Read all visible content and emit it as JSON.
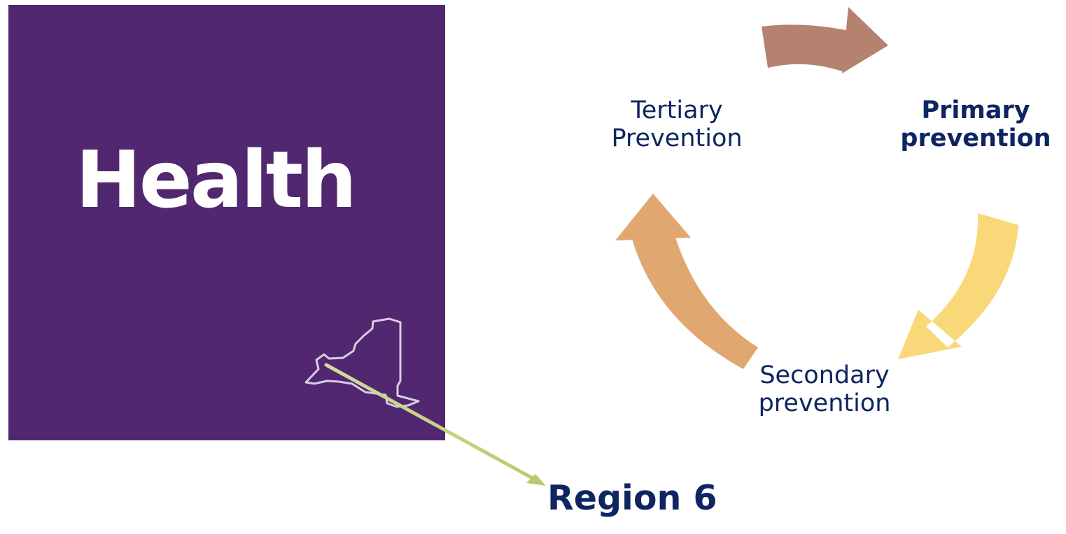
{
  "logo": {
    "word": "Health",
    "box_color": "#51276f",
    "text_color": "#ffffff",
    "state_outline_icon": "new-york-state-outline"
  },
  "cycle": {
    "stages": [
      {
        "id": "primary",
        "line1": "Primary",
        "line2": "prevention",
        "bold": true
      },
      {
        "id": "secondary",
        "line1": "Secondary",
        "line2": "prevention",
        "bold": false
      },
      {
        "id": "tertiary",
        "line1": "Tertiary",
        "line2": "Prevention",
        "bold": false
      }
    ],
    "arrow_colors": {
      "tertiary_to_primary": "#b4826e",
      "primary_to_secondary": "#f8d878",
      "secondary_to_tertiary": "#e0a870"
    },
    "text_color": "#0f2562"
  },
  "pointer": {
    "label": "Region 6",
    "arrow_color": "#c2d486"
  }
}
